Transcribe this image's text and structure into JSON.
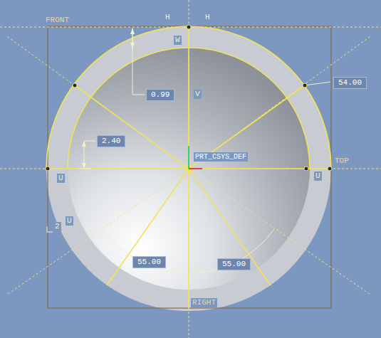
{
  "diagram": {
    "labels": [
      "FRONT",
      "H",
      "H",
      "W",
      "0.99",
      "V",
      "54.00",
      "2.40",
      "PRT_CSYS_DEF",
      "TOP",
      "U",
      "U",
      "2",
      "U",
      "55.00",
      "55.00",
      "RIGHT"
    ]
  }
}
